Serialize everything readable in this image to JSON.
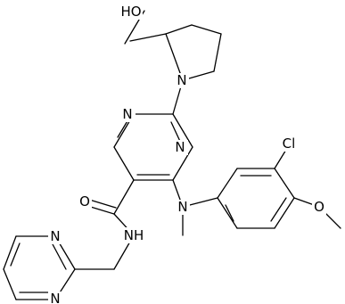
{
  "molecule": {
    "atoms": {
      "ho": "HO",
      "n_pyrrolidine": "N",
      "n_pyrimidine_upper": "N",
      "n_pyrimidine_right": "N",
      "n_methylamino": "N",
      "cl": "Cl",
      "o_methoxy": "O",
      "o_carbonyl": "O",
      "nh_amide": "NH",
      "n_pyrimidinyl_upper": "N",
      "n_pyrimidinyl_lower": "N"
    }
  }
}
